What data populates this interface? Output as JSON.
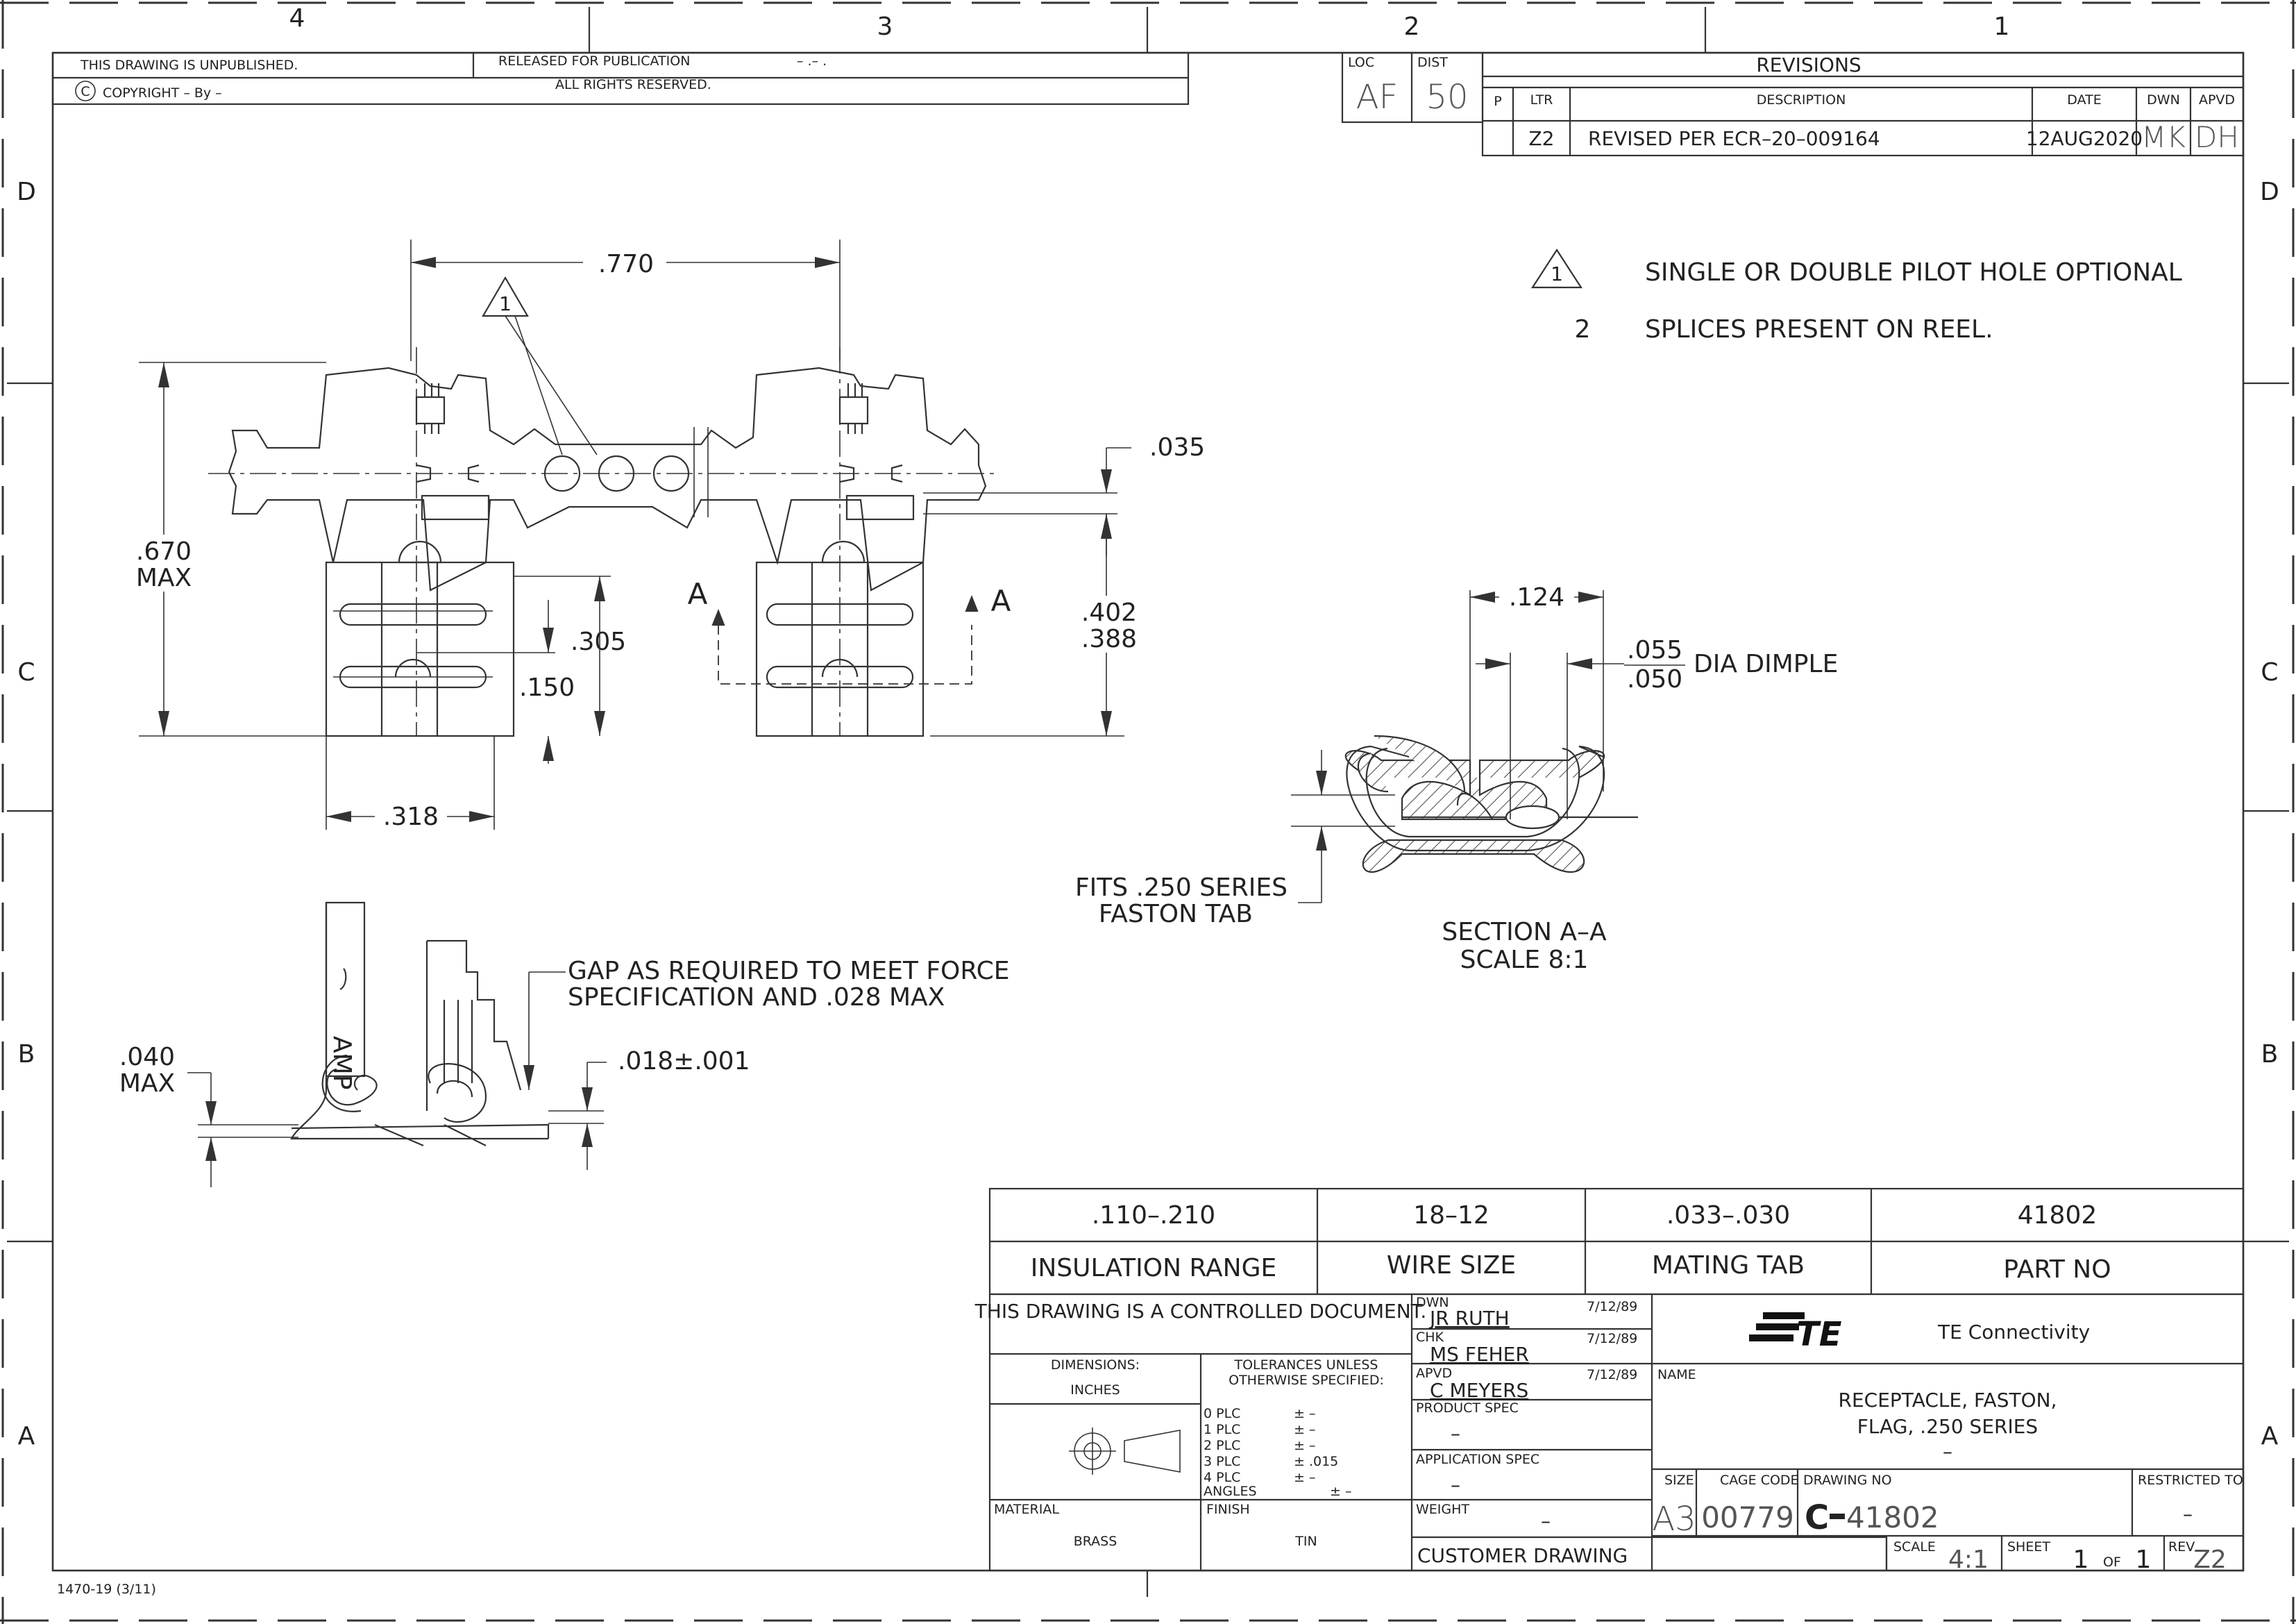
{
  "frame": {
    "zones_top": [
      "4",
      "3",
      "2",
      "1"
    ],
    "zones_side": [
      "D",
      "C",
      "B",
      "A"
    ],
    "form_number": "1470-19  (3/11)"
  },
  "header": {
    "unpublished": "THIS DRAWING IS UNPUBLISHED.",
    "copyright_symbol": "C",
    "copyright": "COPYRIGHT  –     By  –",
    "released": "RELEASED  FOR  PUBLICATION",
    "released_date": "– .–   .",
    "rights": "ALL  RIGHTS  RESERVED."
  },
  "loc_dist": {
    "loc_label": "LOC",
    "loc": "AF",
    "dist_label": "DIST",
    "dist": "50"
  },
  "revisions": {
    "title": "REVISIONS",
    "col_p": "P",
    "col_ltr": "LTR",
    "col_desc": "DESCRIPTION",
    "col_date": "DATE",
    "col_dwn": "DWN",
    "col_apvd": "APVD",
    "rows": [
      {
        "ltr": "Z2",
        "desc": "REVISED  PER  ECR–20–009164",
        "date": "12AUG2020",
        "dwn": "MK",
        "apvd": "DH"
      }
    ]
  },
  "notes": [
    {
      "num": "1",
      "text": "SINGLE  OR  DOUBLE  PILOT  HOLE  OPTIONAL"
    },
    {
      "num": "2",
      "text": "SPLICES  PRESENT  ON  REEL."
    }
  ],
  "dimensions": {
    "pitch": ".770",
    "height_max_value": ".670",
    "height_max_unit": "MAX",
    "tab_offset": ".035",
    "rec_height_top": ".402",
    "rec_height_bottom": ".388",
    "dim_305": ".305",
    "dim_150": ".150",
    "width": ".318",
    "section_label": "A",
    "pilot_note": "1",
    "sec_width": ".124",
    "dimple_top": ".055",
    "dimple_bottom": ".050",
    "dimple_text": "DIA  DIMPLE",
    "fits_line1": "FITS  .250  SERIES",
    "fits_line2": "FASTON  TAB",
    "section_line1": "SECTION  A–A",
    "section_line2": "SCALE  8:1",
    "gap_line1": "GAP  AS  REQUIRED  TO  MEET  FORCE",
    "gap_line2": "SPECIFICATION  AND  .028  MAX",
    "thickness": ".018±.001",
    "gap_040_value": ".040",
    "gap_040_unit": "MAX",
    "side_mark": "AMP"
  },
  "part_table": {
    "values": [
      ".110–.210",
      "18–12",
      ".033–.030",
      "41802"
    ],
    "labels": [
      "INSULATION  RANGE",
      "WIRE  SIZE",
      "MATING  TAB",
      "PART  NO"
    ]
  },
  "title_block": {
    "controlled": "THIS  DRAWING  IS  A  CONTROLLED  DOCUMENT.",
    "dimensions_label": "DIMENSIONS:",
    "dimensions_unit": "INCHES",
    "tolerances_line1": "TOLERANCES  UNLESS",
    "tolerances_line2": "OTHERWISE  SPECIFIED:",
    "tol_rows": [
      {
        "label": "0  PLC",
        "value": "± –"
      },
      {
        "label": "1  PLC",
        "value": "± –"
      },
      {
        "label": "2  PLC",
        "value": "± –"
      },
      {
        "label": "3  PLC",
        "value": "± .015"
      },
      {
        "label": "4  PLC",
        "value": "± –"
      },
      {
        "label": "ANGLES",
        "value": "± –"
      }
    ],
    "material_label": "MATERIAL",
    "material": "BRASS",
    "finish_label": "FINISH",
    "finish": "TIN",
    "dwn_label": "DWN",
    "dwn": "JR  RUTH",
    "dwn_date": "7/12/89",
    "chk_label": "CHK",
    "chk": "MS  FEHER",
    "chk_date": "7/12/89",
    "apvd_label": "APVD",
    "apvd": "C  MEYERS",
    "apvd_date": "7/12/89",
    "product_spec_label": "PRODUCT  SPEC",
    "product_spec": "–",
    "application_spec_label": "APPLICATION  SPEC",
    "application_spec": "–",
    "weight_label": "WEIGHT",
    "weight": "–",
    "customer_drawing": "CUSTOMER  DRAWING",
    "logo_text": "TE",
    "company": "TE  Connectivity",
    "name_label": "NAME",
    "name_line1": "RECEPTACLE,  FASTON,",
    "name_line2": "FLAG,  .250  SERIES",
    "name_line3": "–",
    "size_label": "SIZE",
    "size": "A3",
    "cage_label": "CAGE  CODE",
    "cage": "00779",
    "drawing_no_label": "DRAWING  NO",
    "drawing_prefix": "C",
    "drawing_no": "41802",
    "restricted_label": "RESTRICTED  TO",
    "restricted": "–",
    "scale_label": "SCALE",
    "scale": "4:1",
    "sheet_label": "SHEET",
    "sheet": "1",
    "sheet_of": "OF",
    "sheet_total": "1",
    "rev_label": "REV",
    "rev": "Z2"
  }
}
